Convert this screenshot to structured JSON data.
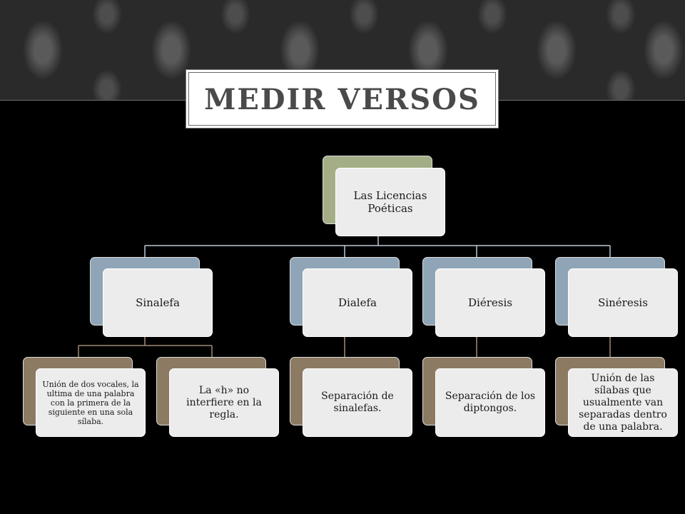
{
  "slide": {
    "title": "MEDIR VERSOS"
  },
  "diagram": {
    "root": "Las Licencias Poéticas",
    "categories": [
      {
        "label": "Sinalefa",
        "children": [
          "Unión de dos vocales, la ultima de una palabra con la primera de la siguiente en una sola sílaba.",
          "La «h» no interfiere en la regla."
        ]
      },
      {
        "label": "Dialefa",
        "children": [
          "Separación de sinalefas."
        ]
      },
      {
        "label": "Diéresis",
        "children": [
          "Separación de los diptongos."
        ]
      },
      {
        "label": "Sinéresis",
        "children": [
          "Unión de las sílabas que usualmente van separadas dentro de una palabra."
        ]
      }
    ]
  },
  "colors": {
    "root": "#a3ae86",
    "category": "#8fa5b7",
    "leaf": "#8d7a63",
    "connector": "#b9c9d6"
  }
}
